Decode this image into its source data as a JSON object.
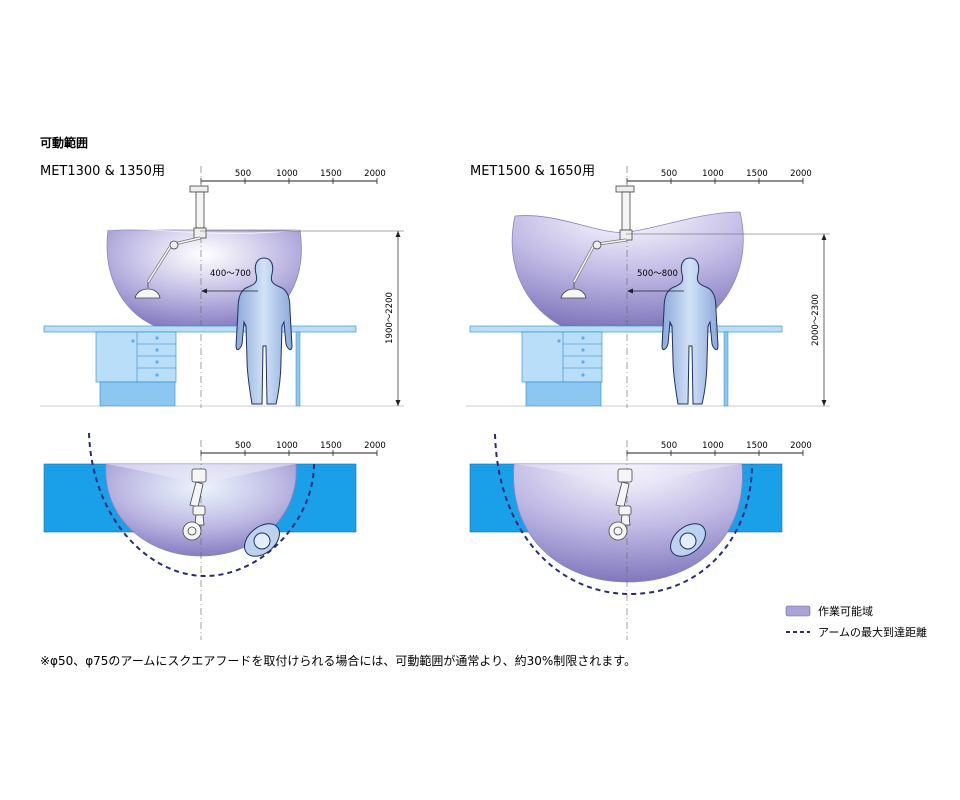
{
  "heading": "可動範囲",
  "panels": [
    {
      "model": "MET1300 & 1350用",
      "reach_label": "400〜700",
      "height_label": "1900〜2200",
      "scale_ticks": [
        "500",
        "1000",
        "1500",
        "2000"
      ]
    },
    {
      "model": "MET1500 & 1650用",
      "reach_label": "500〜800",
      "height_label": "2000〜2300",
      "scale_ticks": [
        "500",
        "1000",
        "1500",
        "2000"
      ]
    }
  ],
  "legend": {
    "work_area": "作業可能域",
    "max_reach": "アームの最大到達距離"
  },
  "footnote": "※φ50、φ75のアームにスクエアフードを取付けられる場合には、可動範囲が通常より、約30%制限されます。",
  "colors": {
    "work_area": "#a9a3d6",
    "work_area_edge": "#6a5fae",
    "table": "#2ea8e6",
    "cabinet": "#b9defa",
    "person": "#a7c2e8",
    "max_reach": "#2a2a7a"
  }
}
